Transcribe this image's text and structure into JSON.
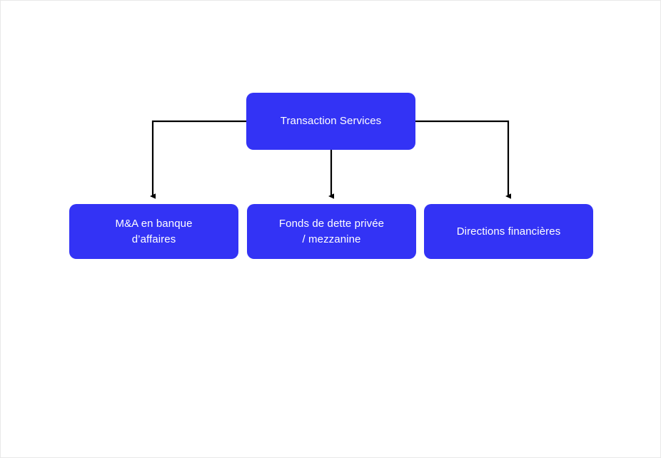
{
  "diagram": {
    "type": "org-chart",
    "title": "Transaction Services",
    "background_color": "#ffffff",
    "node_fill_color": "#3333f5",
    "node_text_color": "#ffffff",
    "edge_color": "#000000",
    "root": {
      "label": "Transaction Services"
    },
    "children": [
      {
        "label": "M&A en banque\nd’affaires"
      },
      {
        "label": "Fonds de dette privée\n/ mezzanine"
      },
      {
        "label": "Directions financières"
      }
    ],
    "edges": [
      {
        "from": "Transaction Services",
        "to": "M&A en banque d’affaires",
        "style": "elbow-left-arrow"
      },
      {
        "from": "Transaction Services",
        "to": "Fonds de dette privée / mezzanine",
        "style": "straight-arrow"
      },
      {
        "from": "Transaction Services",
        "to": "Directions financières",
        "style": "elbow-right-arrow"
      }
    ]
  }
}
